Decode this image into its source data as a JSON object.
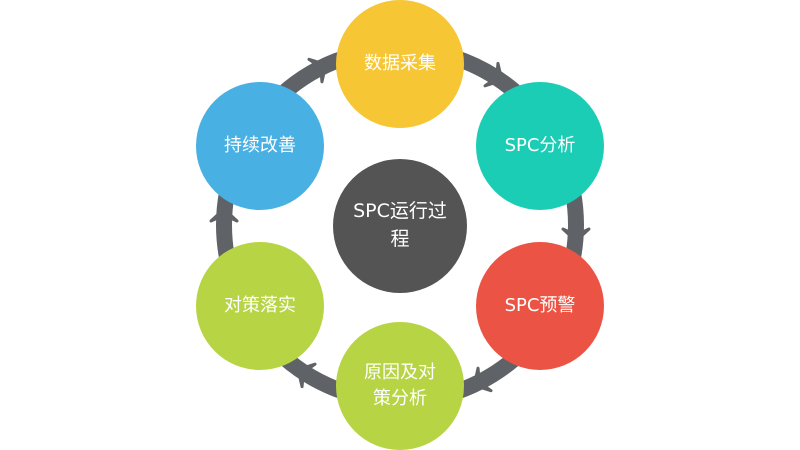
{
  "diagram": {
    "center": {
      "label": "SPC运行过程",
      "color": "#545454"
    },
    "nodes": [
      {
        "id": "data-collection",
        "label": "数据采集",
        "color": "#F7C634"
      },
      {
        "id": "spc-analysis",
        "label": "SPC分析",
        "color": "#1CCDB5"
      },
      {
        "id": "spc-warning",
        "label": "SPC预警",
        "color": "#EB5444"
      },
      {
        "id": "cause-analysis",
        "label": "原因及对策分析",
        "color": "#B7D444"
      },
      {
        "id": "implement-measures",
        "label": "对策落实",
        "color": "#B7D444"
      },
      {
        "id": "continuous-improvement",
        "label": "持续改善",
        "color": "#48B0E2"
      }
    ],
    "ring_color": "#5F6266"
  }
}
